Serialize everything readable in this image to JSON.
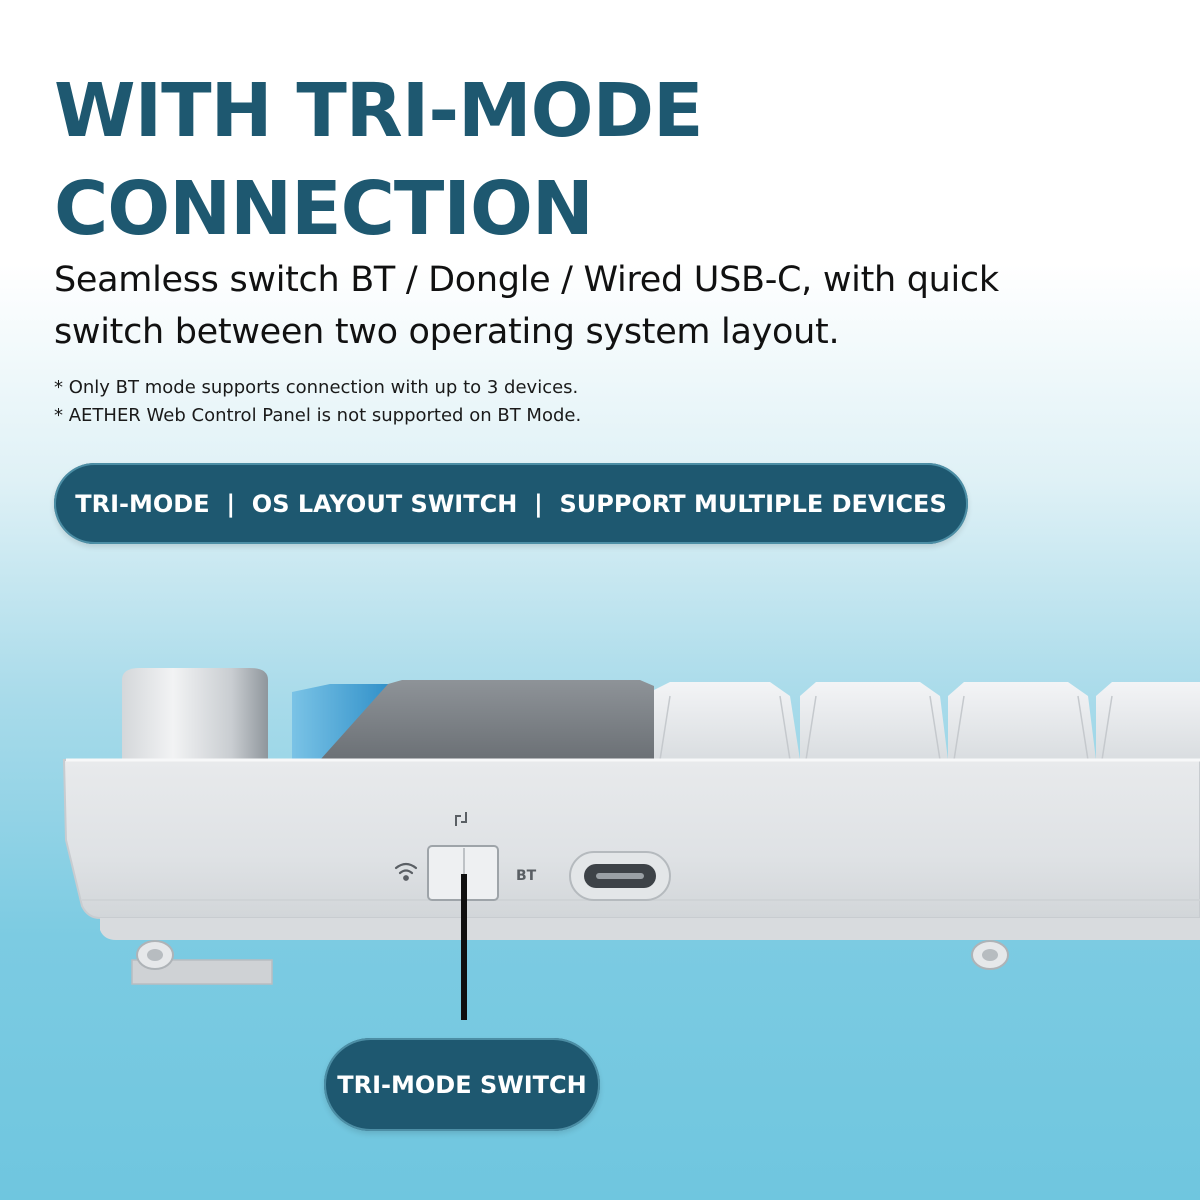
{
  "headline": {
    "line1": "WITH TRI-MODE",
    "line2": "CONNECTION"
  },
  "subhead": {
    "line1": "Seamless switch BT / Dongle / Wired USB-C, with quick",
    "line2": "switch between two operating system layout."
  },
  "notes": [
    "* Only BT mode supports connection with up to 3 devices.",
    "* AETHER Web Control Panel is not supported on BT Mode."
  ],
  "features": {
    "item1": "TRI-MODE",
    "separator": "|",
    "item2": "OS LAYOUT SWITCH",
    "item3": "SUPPORT MULTIPLE DEVICES"
  },
  "keyboard": {
    "switch_label_bt": "BT",
    "icons": [
      "wifi-icon",
      "os-layout-icon",
      "usb-c-port"
    ]
  },
  "callout": {
    "label": "TRI-MODE SWITCH"
  },
  "colors": {
    "brand": "#1e5870",
    "text": "#111111",
    "bg_bottom": "#6fc6df"
  }
}
